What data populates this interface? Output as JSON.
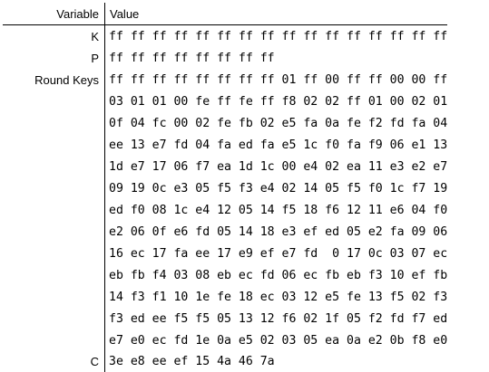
{
  "header": {
    "variable": "Variable",
    "value": "Value"
  },
  "rows": [
    {
      "label": "K",
      "value": "ff ff ff ff ff ff ff ff ff ff ff ff ff ff ff ff"
    },
    {
      "label": "P",
      "value": "ff ff ff ff ff ff ff ff"
    },
    {
      "label": "Round Keys",
      "value": "ff ff ff ff ff ff ff ff 01 ff 00 ff ff 00 00 ff"
    },
    {
      "label": "",
      "value": "03 01 01 00 fe ff fe ff f8 02 02 ff 01 00 02 01"
    },
    {
      "label": "",
      "value": "0f 04 fc 00 02 fe fb 02 e5 fa 0a fe f2 fd fa 04"
    },
    {
      "label": "",
      "value": "ee 13 e7 fd 04 fa ed fa e5 1c f0 fa f9 06 e1 13"
    },
    {
      "label": "",
      "value": "1d e7 17 06 f7 ea 1d 1c 00 e4 02 ea 11 e3 e2 e7"
    },
    {
      "label": "",
      "value": "09 19 0c e3 05 f5 f3 e4 02 14 05 f5 f0 1c f7 19"
    },
    {
      "label": "",
      "value": "ed f0 08 1c e4 12 05 14 f5 18 f6 12 11 e6 04 f0"
    },
    {
      "label": "",
      "value": "e2 06 0f e6 fd 05 14 18 e3 ef ed 05 e2 fa 09 06"
    },
    {
      "label": "",
      "value": "16 ec 17 fa ee 17 e9 ef e7 fd  0 17 0c 03 07 ec"
    },
    {
      "label": "",
      "value": "eb fb f4 03 08 eb ec fd 06 ec fb eb f3 10 ef fb"
    },
    {
      "label": "",
      "value": "14 f3 f1 10 1e fe 18 ec 03 12 e5 fe 13 f5 02 f3"
    },
    {
      "label": "",
      "value": "f3 ed ee f5 f5 05 13 12 f6 02 1f 05 f2 fd f7 ed"
    },
    {
      "label": "",
      "value": "e7 e0 ec fd 1e 0a e5 02 03 05 ea 0a e2 0b f8 e0"
    },
    {
      "label": "C",
      "value": "3e e8 ee ef 15 4a 46 7a"
    }
  ]
}
